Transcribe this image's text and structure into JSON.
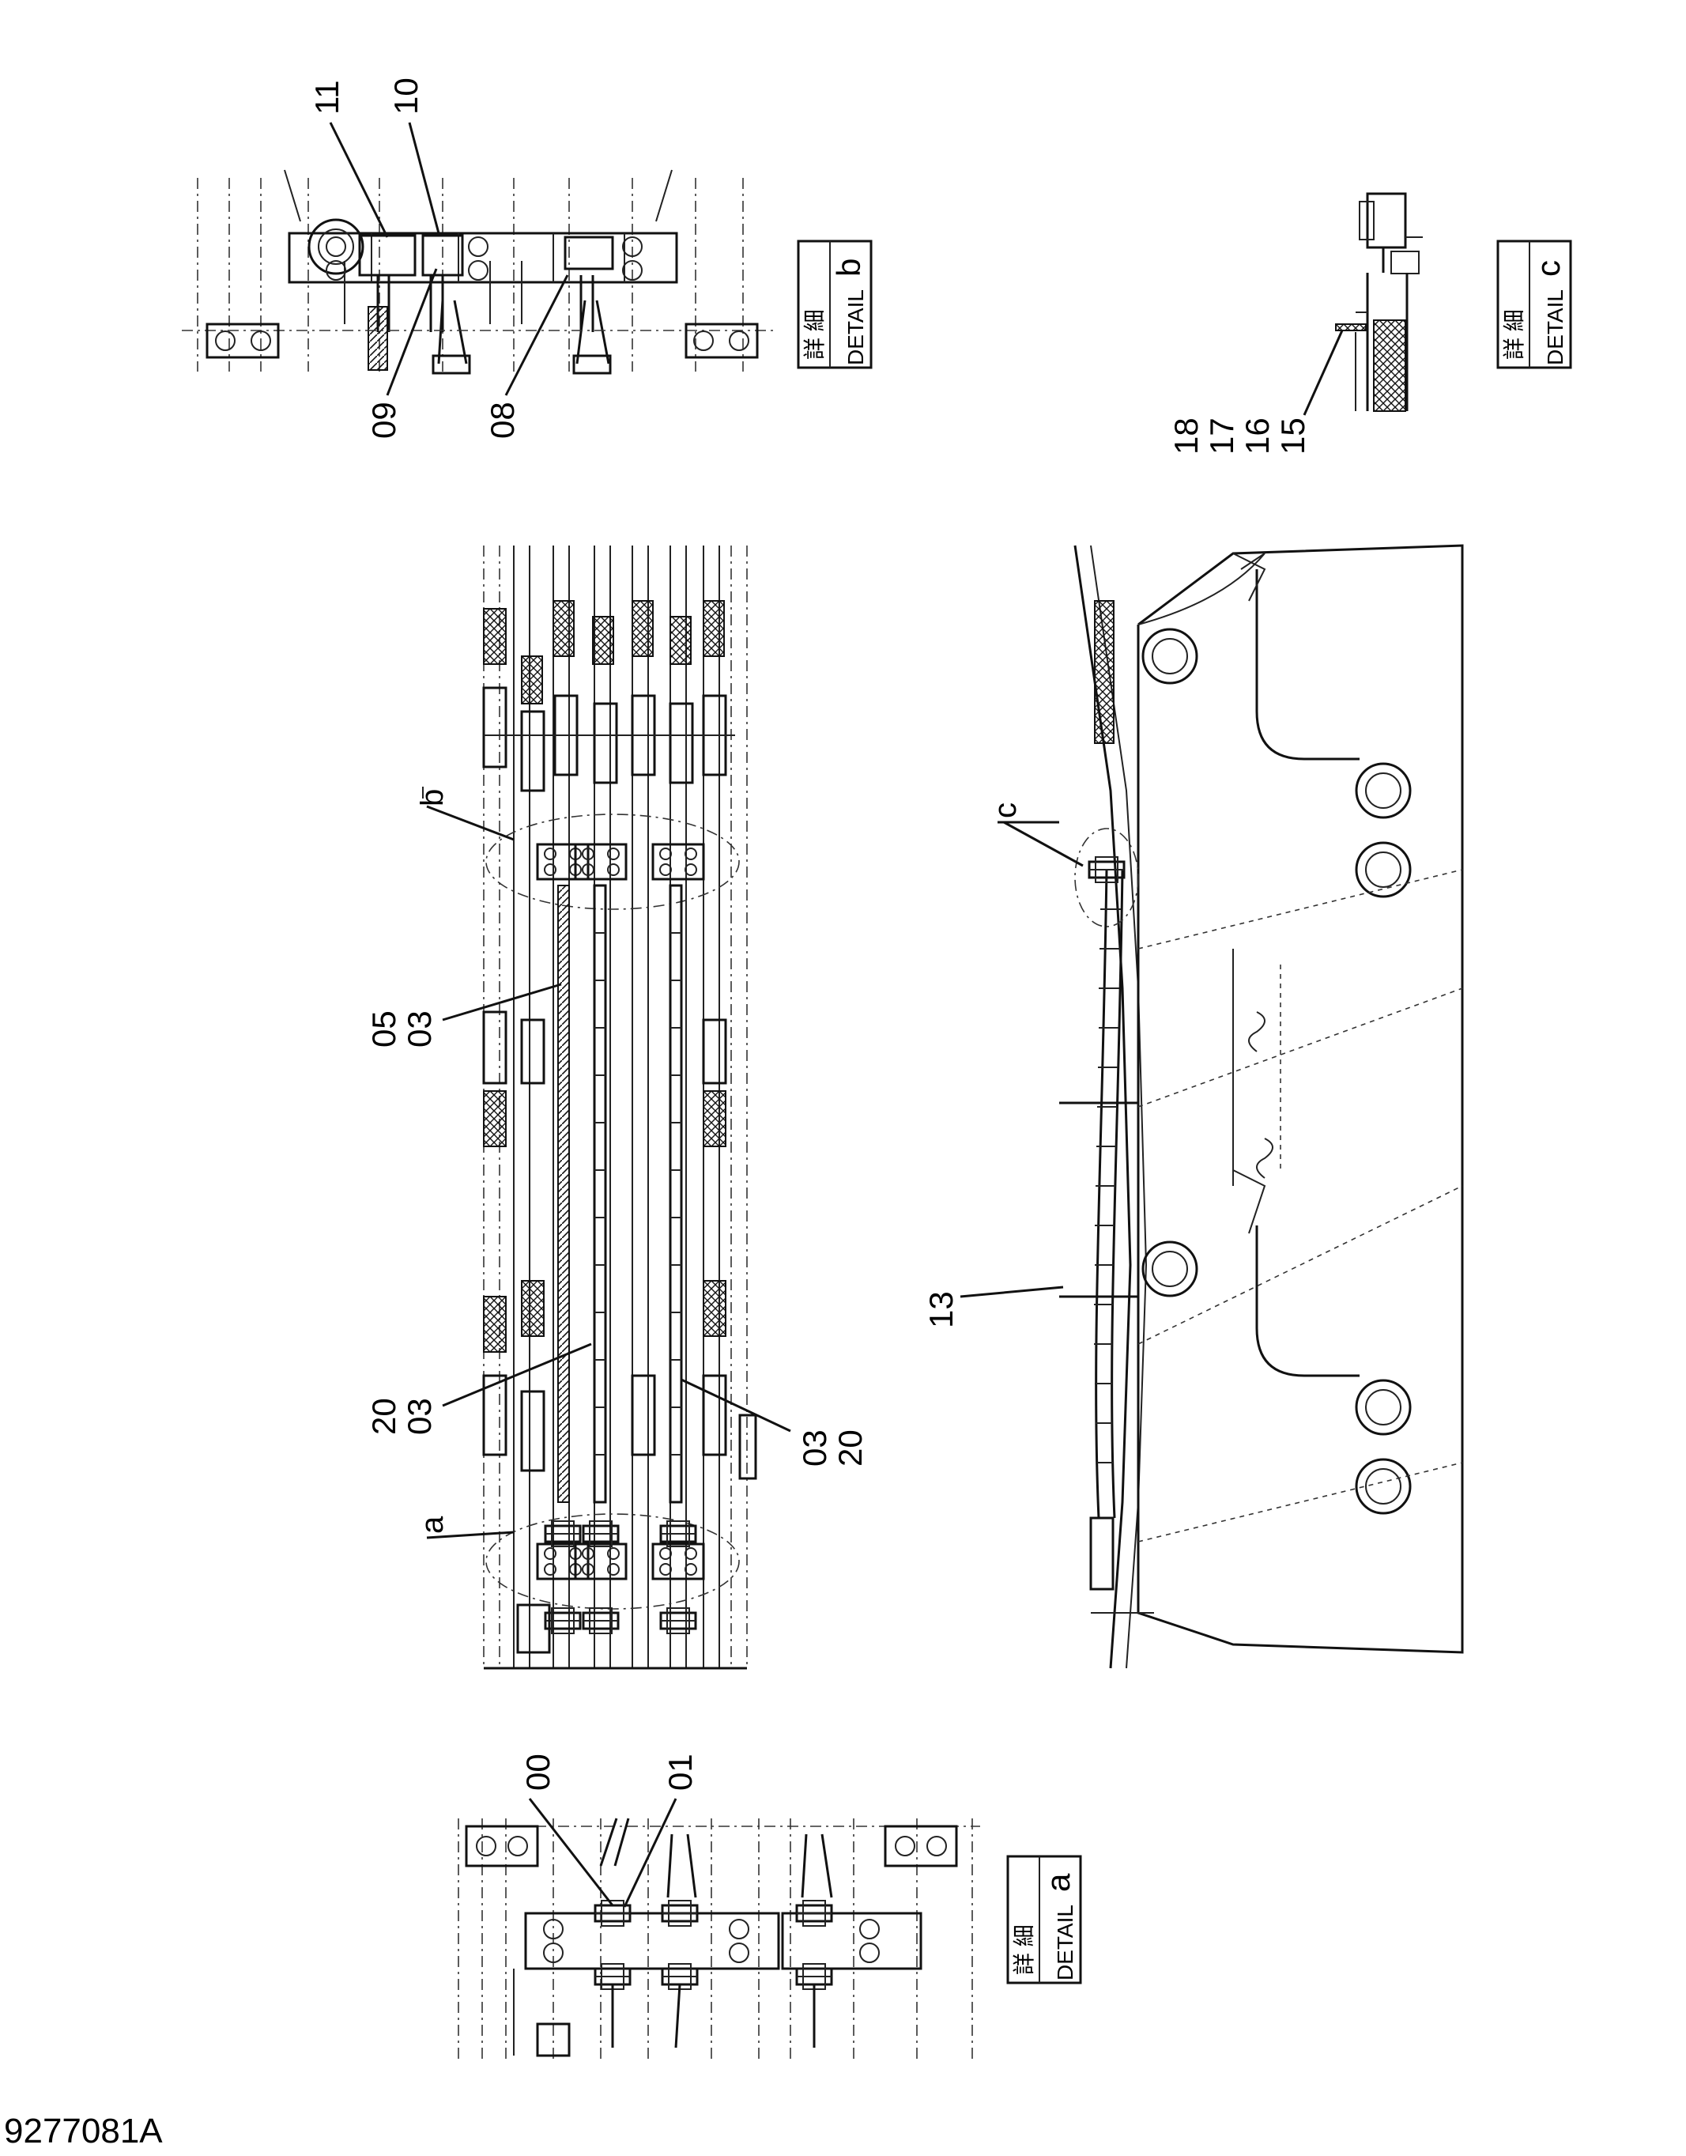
{
  "drawing_number": "9277081A",
  "callouts": {
    "p00": "00",
    "p01": "01",
    "p03_05": "05\n03",
    "p20_03": "20\n03",
    "p03_20": "03\n20",
    "p08": "08",
    "p09": "09",
    "p10": "10",
    "p11": "11",
    "p13": "13",
    "p15_18": "18\n17\n16\n15"
  },
  "detail_refs": {
    "a": "a",
    "b": "b",
    "c": "c"
  },
  "detail_boxes": {
    "a": {
      "kanji": "詳 細",
      "word": "DETAIL",
      "letter": "a"
    },
    "b": {
      "kanji": "詳 細",
      "word": "DETAIL",
      "letter": "b"
    },
    "c": {
      "kanji": "詳 細",
      "word": "DETAIL",
      "letter": "c"
    }
  }
}
